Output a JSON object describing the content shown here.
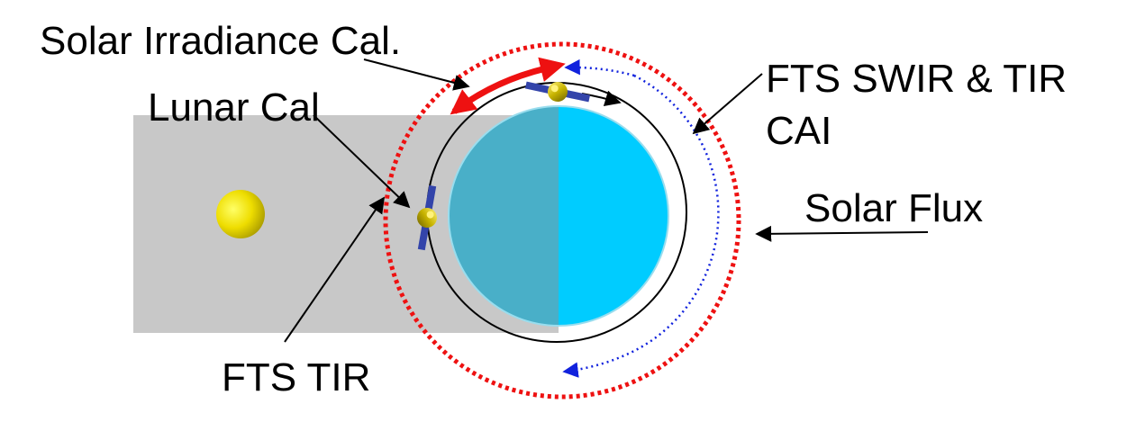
{
  "labels": {
    "solar_irradiance": "Solar Irradiance Cal.",
    "lunar": "Lunar Cal",
    "fts_swir_line1": "FTS SWIR & TIR",
    "fts_swir_line2": "CAI",
    "solar_flux": "Solar Flux",
    "fts_tir": "FTS TIR"
  },
  "colors": {
    "shadow": "#c8c8c8",
    "earth_day": "#00ccff",
    "earth_night": "#49afc8",
    "earth_rim": "#99ddee",
    "sun_core": "#ffff33",
    "sun_edge": "#b3a800",
    "orbit": "#000000",
    "cal_path": "#ee1111",
    "solar_flux_path": "#1122dd",
    "satellite_body": "#c8b400",
    "satellite_panel": "#3344aa"
  },
  "icons": {
    "sun": "sun-icon",
    "satellite": "satellite-icon"
  }
}
